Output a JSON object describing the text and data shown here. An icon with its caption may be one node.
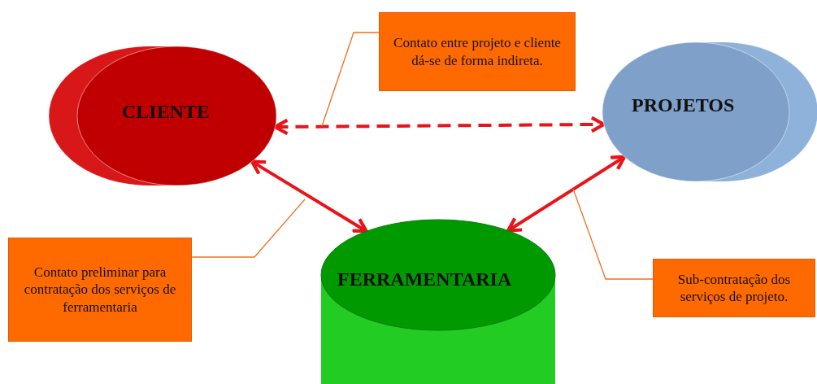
{
  "diagram": {
    "nodes": [
      {
        "text": [
          "CLIENTE"
        ]
      },
      {
        "text": [
          "PROJETOS"
        ]
      },
      {
        "text": [
          "FERRAMENTARIA"
        ]
      },
      {
        "text": [
          "Contato entre projeto e cliente dá-se de forma indireta."
        ]
      },
      {
        "text": [
          "Contato preliminar para contratação dos serviços de ferramentaria"
        ]
      },
      {
        "text": [
          "Sub-contratação dos serviços de projeto."
        ]
      }
    ],
    "edges": [
      {
        "from": 0,
        "to": 1,
        "arrow": "both",
        "style": "dashed"
      },
      {
        "from": 0,
        "to": 2,
        "arrow": "both",
        "style": "thick"
      },
      {
        "from": 1,
        "to": 2,
        "arrow": "both",
        "style": "thick"
      },
      {
        "from": 3,
        "to": null,
        "arrow": "none",
        "color": "#f07020"
      },
      {
        "from": 4,
        "to": null,
        "arrow": "none",
        "color": "#f07020"
      },
      {
        "from": 5,
        "to": null,
        "arrow": "none",
        "color": "#f07020"
      }
    ]
  }
}
